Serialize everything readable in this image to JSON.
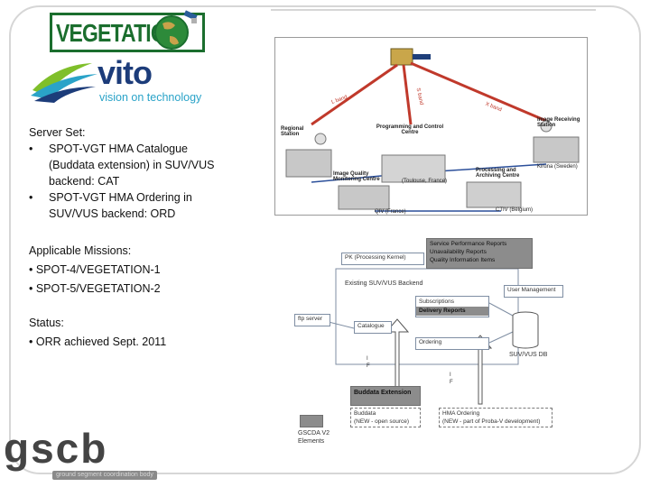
{
  "logos": {
    "vegetation": "VEGETATION",
    "vito": "vito",
    "vito_tagline": "vision on technology",
    "gscb": "gscb",
    "gscb_tagline": "ground segment coordination body"
  },
  "server_set": {
    "heading": "Server Set:",
    "items": [
      "SPOT-VGT HMA Catalogue (Buddata extension) in SUV/VUS backend: CAT",
      "SPOT-VGT HMA Ordering in SUV/VUS backend: ORD"
    ]
  },
  "missions": {
    "heading": "Applicable Missions:",
    "items": [
      "• SPOT-4/VEGETATION-1",
      "• SPOT-5/VEGETATION-2"
    ]
  },
  "status": {
    "heading": "Status:",
    "items": [
      "• ORR achieved Sept. 2011"
    ]
  },
  "ground_segment": {
    "bands": [
      "L band",
      "S band",
      "X band"
    ],
    "stations": {
      "regional": "Regional Station",
      "programming": "Programming and Control Centre",
      "receiving": "Image Receiving Station",
      "quality": "Image Quality Monitoring Centre",
      "processing": "Processing and Archiving Centre",
      "toulouse": "(Toulouse, France)",
      "kiruna": "Kiruna (Sweden)",
      "qiv": "QIV (France)",
      "ctiv": "CTIV (Belgium)"
    }
  },
  "architecture": {
    "spr": "Service Performance Reports",
    "ur": "Unavailability Reports",
    "qir": "Quality Information Items",
    "pk": "PK (Processing Kernel)",
    "backend": "Existing SUV/VUS Backend",
    "subscriptions": "Subscriptions",
    "delivery_reports": "Delivery Reports",
    "user_management": "User Management",
    "ftp_server": "ftp server",
    "catalogue": "Catalogue",
    "ordering": "Ordering",
    "db": "SUV/VUS DB",
    "if_label": "I F",
    "buddata_extension": "Buddata Extension",
    "buddata": "Buddata",
    "buddata_note": "(NEW - open source)",
    "hma_ordering": "HMA Ordering",
    "hma_note": "(NEW - part of Proba-V development)",
    "legend": "GSCDA V2 Elements"
  },
  "colors": {
    "veg_green": "#1b6e2e",
    "vito_blue": "#1c3c7a",
    "band_red": "#c0392b",
    "arch_blue": "#7f8ea3",
    "legend_gray": "#8c8c8c"
  }
}
